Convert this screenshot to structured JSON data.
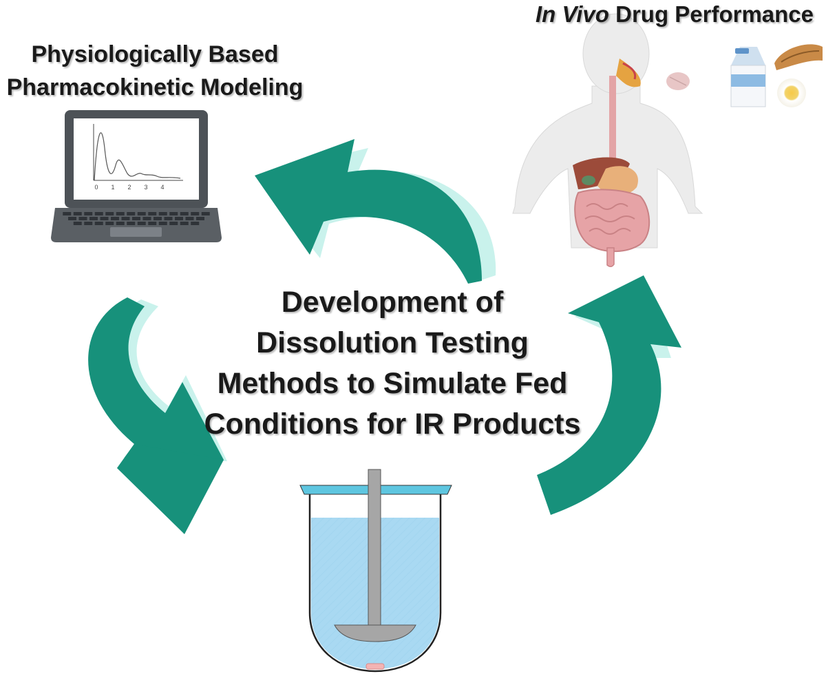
{
  "labels": {
    "pbpk_line1": "Physiologically Based",
    "pbpk_line2": "Pharmacokinetic Modeling",
    "invivo_italic": "In Vivo",
    "invivo_rest": " Drug Performance",
    "center_line1": "Development of",
    "center_line2": "Dissolution Testing",
    "center_line3": "Methods to Simulate Fed",
    "center_line4": "Conditions for IR Products"
  },
  "plot_ticks": [
    "0",
    "1",
    "2",
    "3",
    "4"
  ],
  "colors": {
    "arrow": "#17917b",
    "arrow_highlight": "#c9f2ec",
    "laptop_frame": "#4d5257",
    "vessel_fluid": "#a9d9f2",
    "vessel_lid": "#5ec6e0",
    "skin": "#ececec",
    "intestine": "#e6a3a6",
    "liver": "#9c4b3a"
  }
}
